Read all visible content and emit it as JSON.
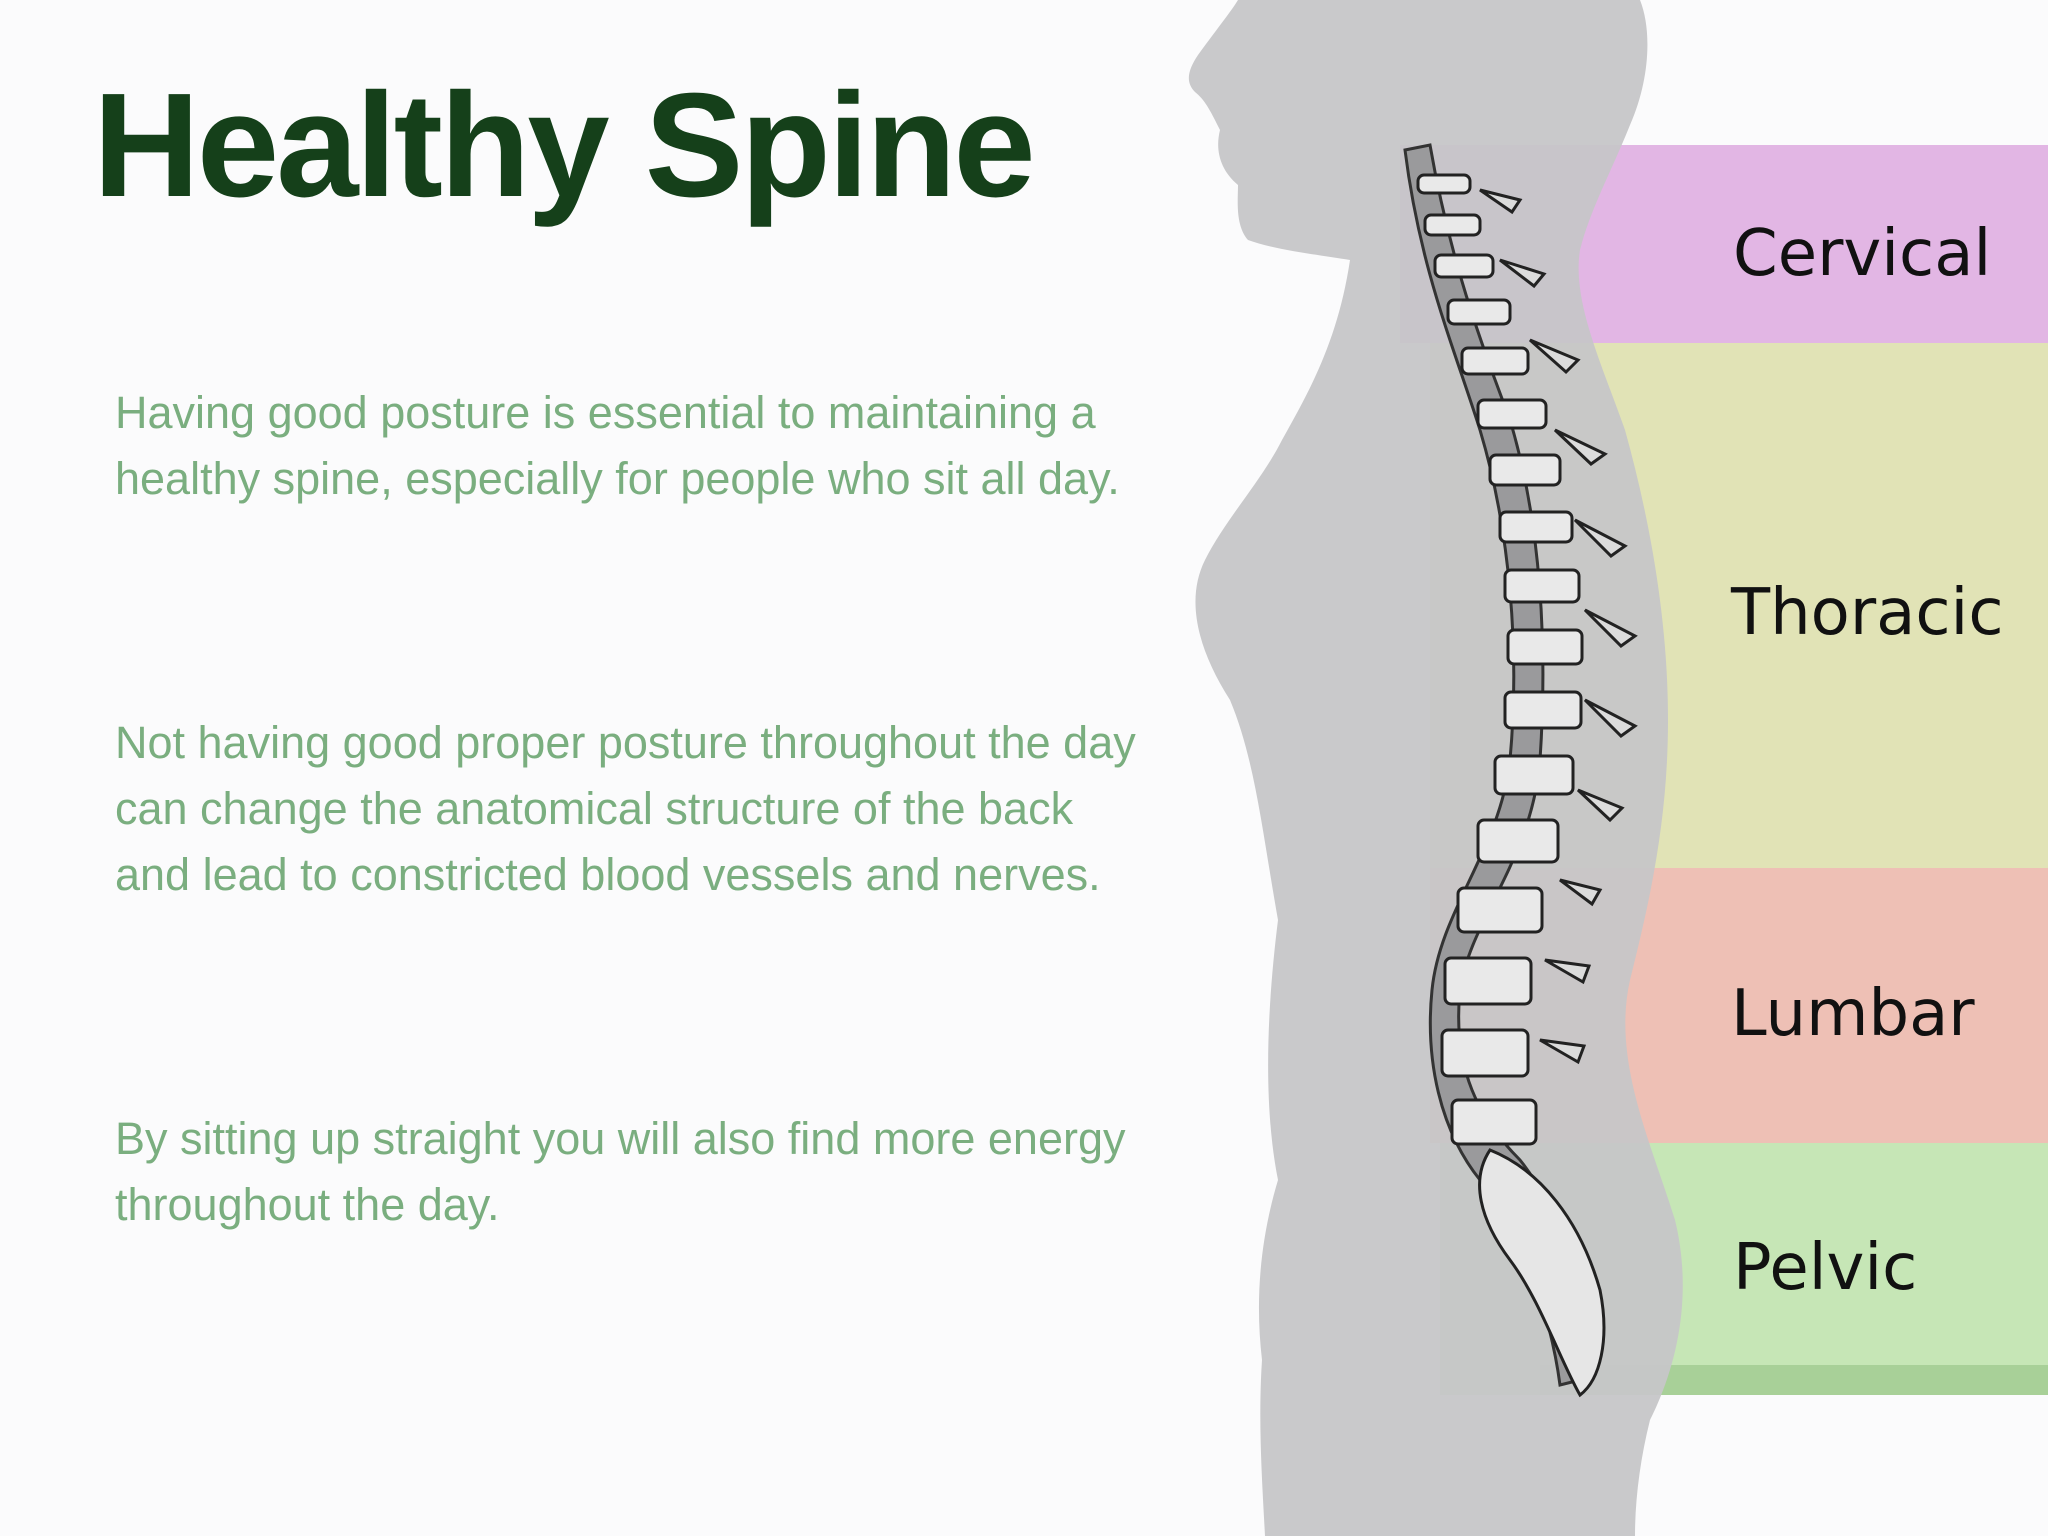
{
  "title": "Healthy Spine",
  "paragraphs": [
    "Having good posture is essential to maintaining a healthy spine, especially for people who sit all day.",
    "Not having good proper posture throughout the day can change the anatomical structure of the back and lead to constricted blood vessels and nerves.",
    "By sitting up straight you will also find more energy throughout the day."
  ],
  "regions": [
    {
      "label": "Cervical",
      "color": "#e2b6e4"
    },
    {
      "label": "Thoracic",
      "color": "#e1e3b6"
    },
    {
      "label": "Lumbar",
      "color": "#eec0b5"
    },
    {
      "label": "Pelvic",
      "color": "#c6e6b6"
    }
  ],
  "colors": {
    "title": "#15401a",
    "body_text": "#7aae7f",
    "silhouette": "#c9c9cb"
  }
}
